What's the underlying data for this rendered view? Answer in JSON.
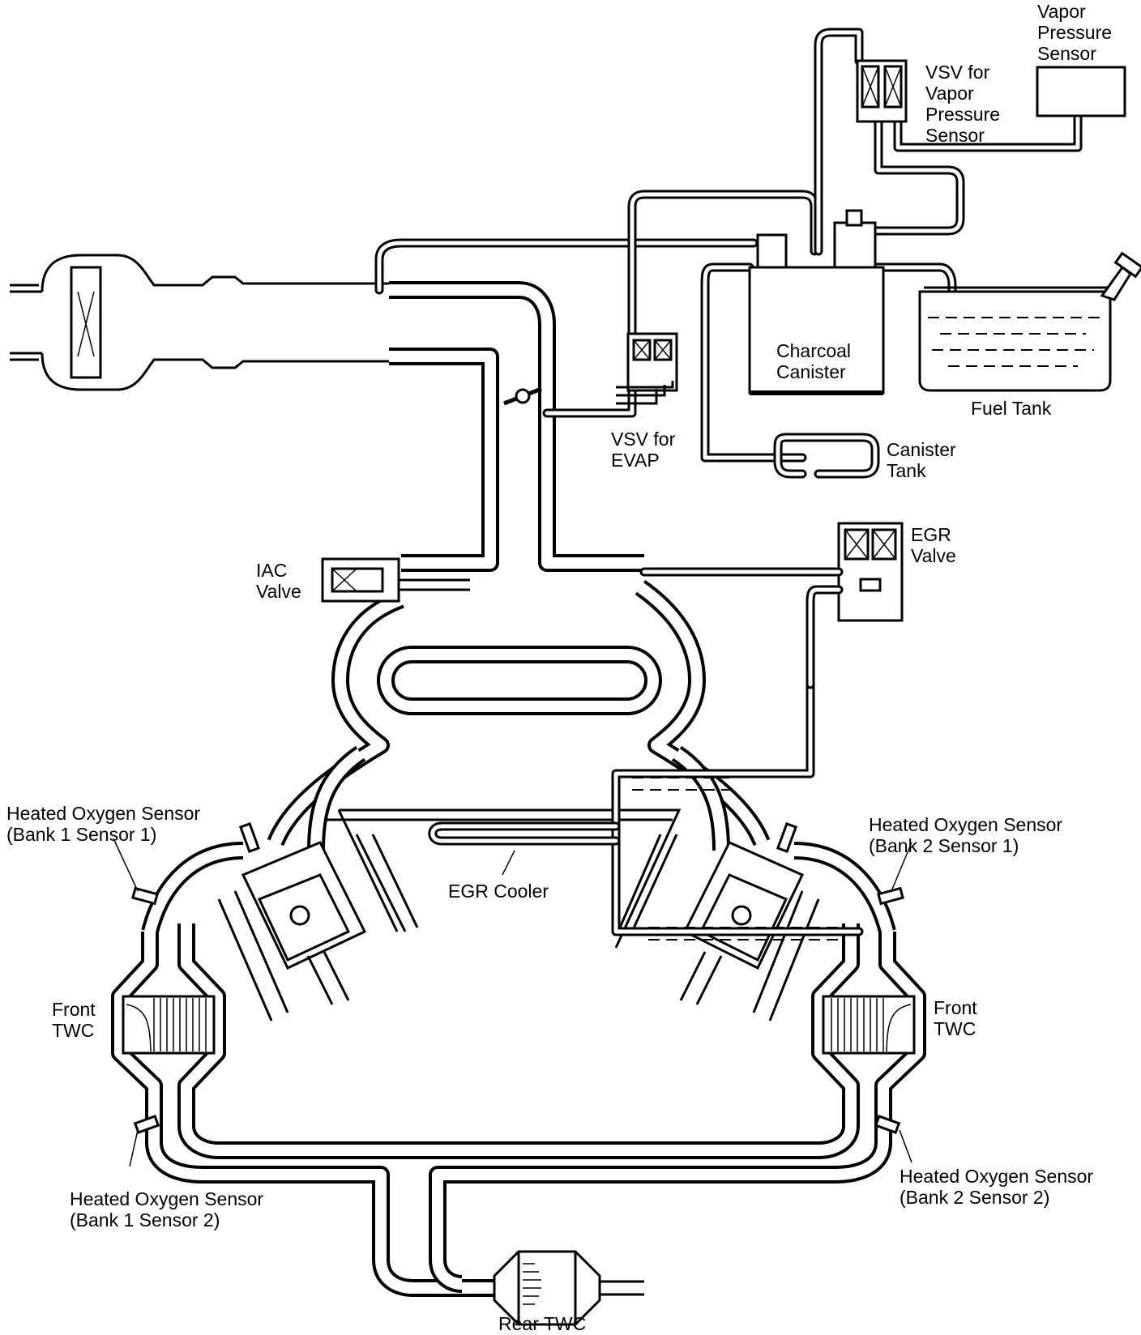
{
  "labels": {
    "vapor_pressure_sensor": [
      "Vapor",
      "Pressure",
      "Sensor"
    ],
    "vsv_vapor_pressure_sensor": [
      "VSV for",
      "Vapor",
      "Pressure",
      "Sensor"
    ],
    "charcoal_canister": [
      "Charcoal",
      "Canister"
    ],
    "fuel_tank": "Fuel Tank",
    "vsv_evap": [
      "VSV for",
      "EVAP"
    ],
    "canister_tank": [
      "Canister",
      "Tank"
    ],
    "egr_valve": [
      "EGR",
      "Valve"
    ],
    "iac_valve": [
      "IAC",
      "Valve"
    ],
    "egr_cooler": "EGR Cooler",
    "ho2s_b1s1": [
      "Heated Oxygen Sensor",
      "(Bank 1 Sensor 1)"
    ],
    "ho2s_b2s1": [
      "Heated Oxygen Sensor",
      "(Bank 2 Sensor 1)"
    ],
    "front_twc_left": [
      "Front",
      "TWC"
    ],
    "front_twc_right": [
      "Front",
      "TWC"
    ],
    "ho2s_b1s2": [
      "Heated Oxygen Sensor",
      "(Bank 1 Sensor 2)"
    ],
    "ho2s_b2s2": [
      "Heated Oxygen Sensor",
      "(Bank 2 Sensor 2)"
    ],
    "rear_twc": "Rear TWC"
  }
}
